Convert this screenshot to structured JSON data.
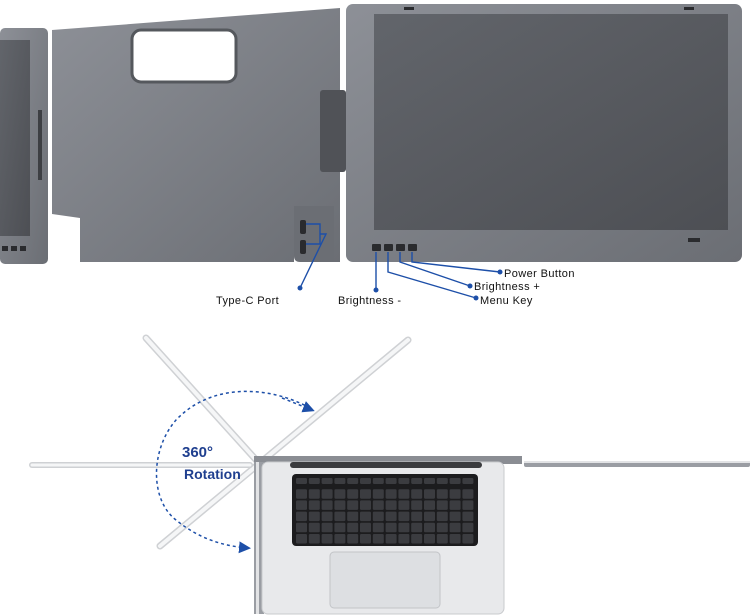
{
  "callouts": {
    "type_c_port": "Type-C Port",
    "brightness_minus": "Brightness -",
    "power_button": "Power Button",
    "brightness_plus": "Brightness +",
    "menu_key": "Menu Key"
  },
  "rotation": {
    "degrees": "360°",
    "word": "Rotation"
  },
  "colors": {
    "monitor_body": "#7b7e85",
    "monitor_screen": "#5a5c61",
    "callout_blue": "#1d4fa8",
    "rotation_text": "#1f3f8f"
  },
  "icons": [
    "keyboard-icon",
    "rotation-arc-icon"
  ]
}
